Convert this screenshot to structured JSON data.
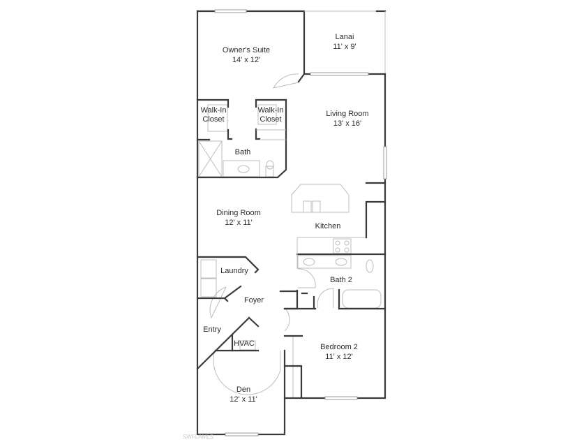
{
  "rooms": {
    "owners_suite": {
      "name": "Owner's Suite",
      "size": "14' x 12'"
    },
    "lanai": {
      "name": "Lanai",
      "size": "11' x 9'"
    },
    "walk_in_closet_left": {
      "line1": "Walk-In",
      "line2": "Closet"
    },
    "walk_in_closet_right": {
      "line1": "Walk-In",
      "line2": "Closet"
    },
    "living_room": {
      "name": "Living Room",
      "size": "13' x 16'"
    },
    "bath": {
      "name": "Bath"
    },
    "dining_room": {
      "name": "Dining Room",
      "size": "12' x 11'"
    },
    "kitchen": {
      "name": "Kitchen"
    },
    "laundry": {
      "name": "Laundry"
    },
    "bath2": {
      "name": "Bath 2"
    },
    "foyer": {
      "name": "Foyer"
    },
    "entry": {
      "name": "Entry"
    },
    "hvac": {
      "name": "HVAC"
    },
    "bedroom2": {
      "name": "Bedroom 2",
      "size": "11' x 12'"
    },
    "den": {
      "name": "Den",
      "size": "12' x 11'"
    }
  },
  "watermark": "SWFLAMLS"
}
